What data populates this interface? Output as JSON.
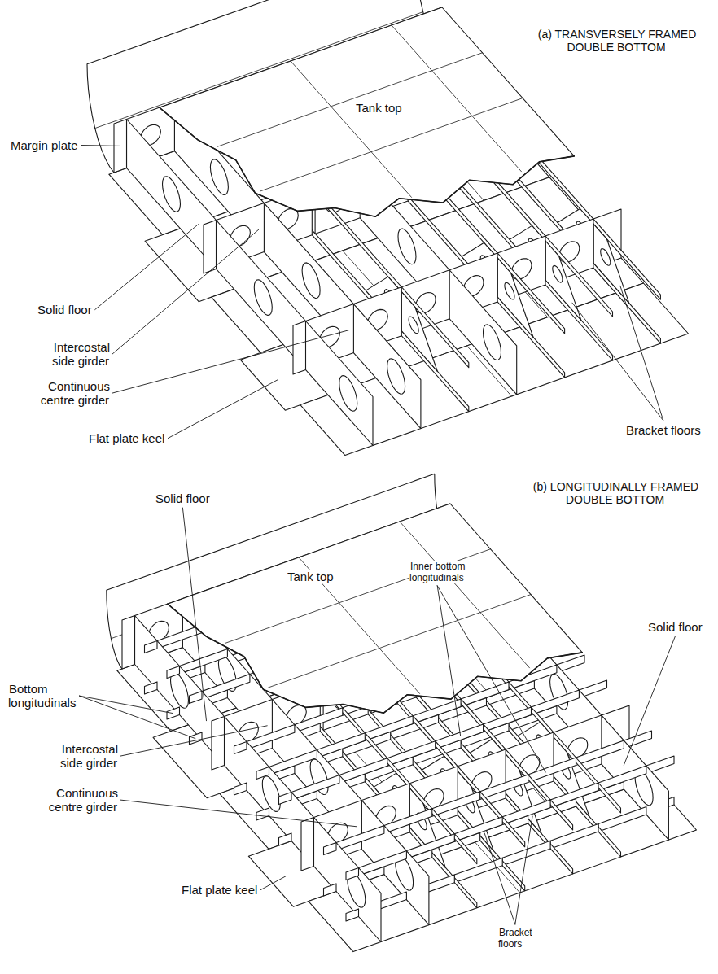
{
  "diagram": {
    "labels": [
      "(a) TRANSVERSELY FRAMED DOUBLE BOTTOM",
      "Margin plate",
      "Tank top",
      "Solid floor",
      "Intercostal side girder",
      "Continuous centre girder",
      "Flat plate keel",
      "Bracket floors",
      "(b) LONGITUDINALLY FRAMED DOUBLE BOTTOM",
      "Solid floor",
      "Tank top",
      "Inner bottom longitudinals",
      "Solid floor",
      "Bottom longitudinals",
      "Intercostal side girder",
      "Continuous centre girder",
      "Flat plate keel",
      "Bracket floors"
    ]
  }
}
